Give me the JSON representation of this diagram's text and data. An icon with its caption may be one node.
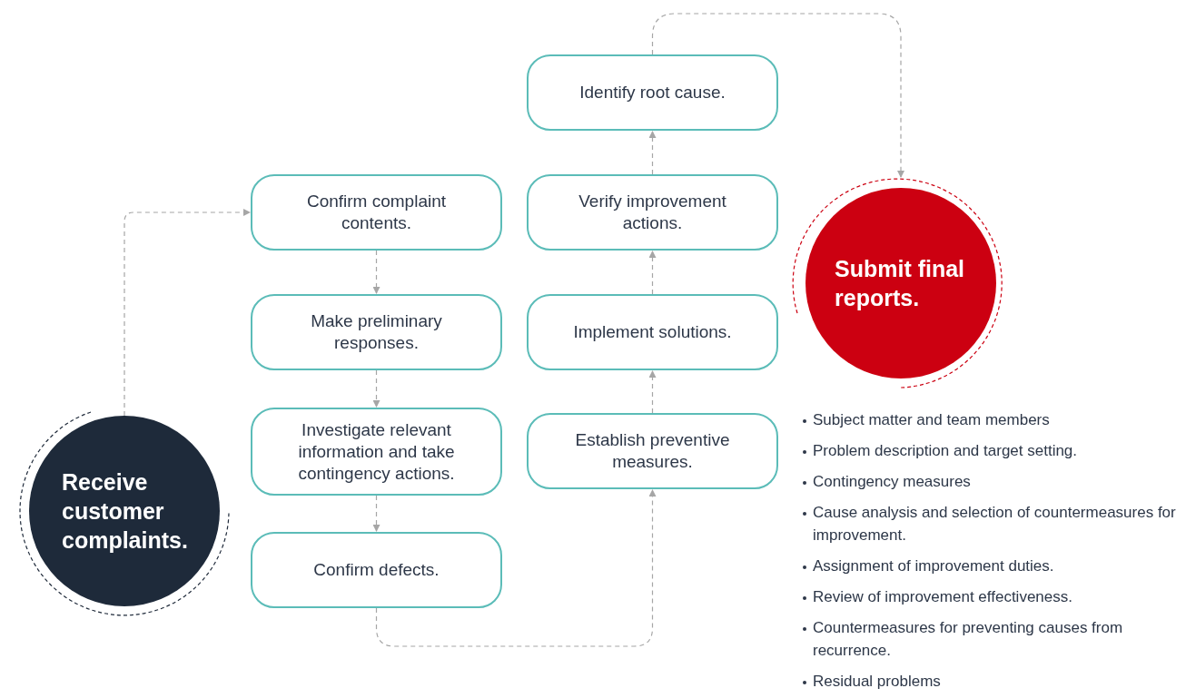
{
  "diagram": {
    "nodes": [
      {
        "text": [
          "Receive customer complaints."
        ]
      },
      {
        "text": [
          "Confirm complaint contents."
        ]
      },
      {
        "text": [
          "Make preliminary responses."
        ]
      },
      {
        "text": [
          "Investigate relevant information and take contingency actions."
        ]
      },
      {
        "text": [
          "Confirm defects."
        ]
      },
      {
        "text": [
          "Establish preventive measures."
        ]
      },
      {
        "text": [
          "Implement solutions."
        ]
      },
      {
        "text": [
          "Verify improvement actions."
        ]
      },
      {
        "text": [
          "Identify root cause."
        ]
      },
      {
        "text": [
          "Submit final reports."
        ]
      }
    ],
    "edges": [
      {
        "from": 0,
        "to": 1,
        "arrow": "to",
        "style": "dashed"
      },
      {
        "from": 1,
        "to": 2,
        "arrow": "to",
        "style": "dashed"
      },
      {
        "from": 2,
        "to": 3,
        "arrow": "to",
        "style": "dashed"
      },
      {
        "from": 3,
        "to": 4,
        "arrow": "to",
        "style": "dashed"
      },
      {
        "from": 4,
        "to": 5,
        "arrow": "to",
        "style": "dashed"
      },
      {
        "from": 5,
        "to": 6,
        "arrow": "to",
        "style": "dashed"
      },
      {
        "from": 6,
        "to": 7,
        "arrow": "to",
        "style": "dashed"
      },
      {
        "from": 7,
        "to": 8,
        "arrow": "to",
        "style": "dashed"
      },
      {
        "from": 8,
        "to": 9,
        "arrow": "to",
        "style": "dashed"
      }
    ],
    "labels": [
      "Subject matter and team members",
      "Problem description and target setting.",
      "Contingency measures",
      "Cause analysis and selection of countermeasures for improvement.",
      "Assignment of improvement duties.",
      "Review of improvement effectiveness.",
      "Countermeasures for preventing causes from recurrence.",
      "Residual problems"
    ]
  }
}
